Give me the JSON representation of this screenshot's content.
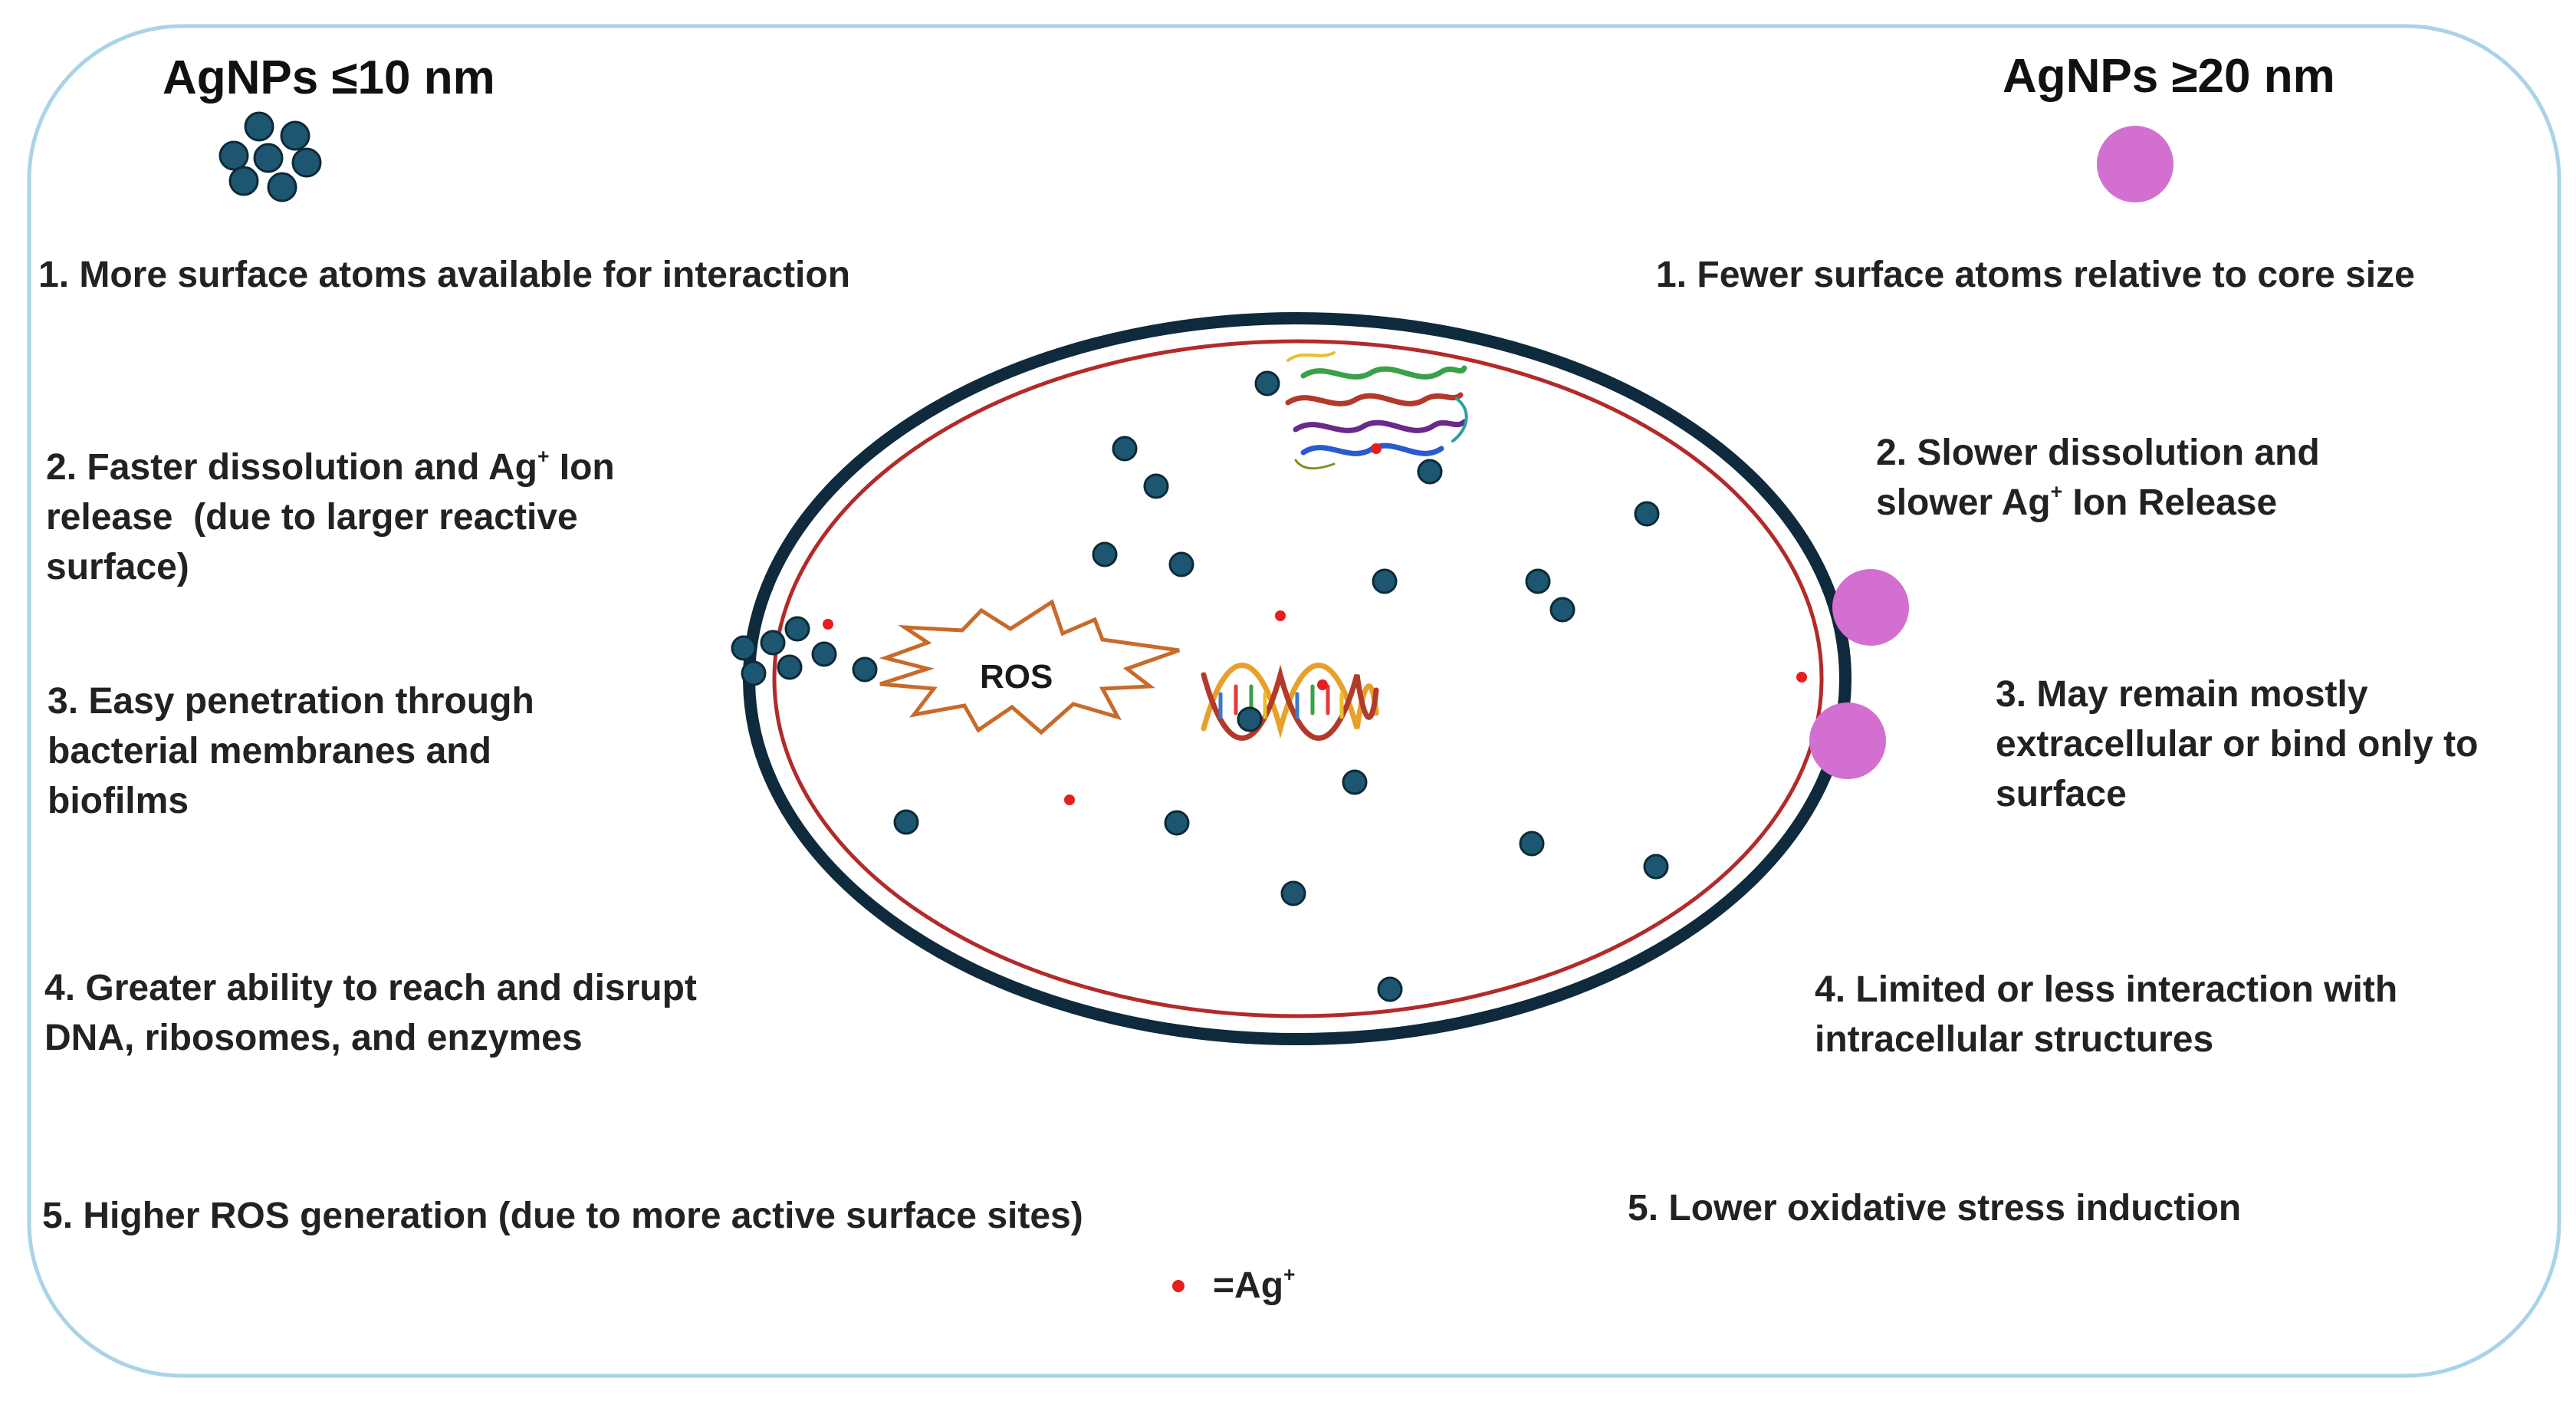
{
  "left": {
    "title": "AgNPs ≤10 nm",
    "items": [
      {
        "lines": [
          "1. More surface atoms available for interaction"
        ]
      },
      {
        "lines": [
          "2. Faster dissolution and Ag",
          "+",
          " Ion",
          "release  (due to larger reactive",
          "surface)"
        ]
      },
      {
        "lines": [
          "3. Easy penetration through",
          "bacterial membranes and",
          "biofilms"
        ]
      },
      {
        "lines": [
          "4. Greater ability to reach and disrupt",
          "DNA, ribosomes, and enzymes"
        ]
      },
      {
        "lines": [
          "5. Higher ROS generation (due to more active surface sites)"
        ]
      }
    ]
  },
  "right": {
    "title": "AgNPs ≥20 nm",
    "items": [
      {
        "lines": [
          "1. Fewer surface atoms relative to core size"
        ]
      },
      {
        "lines": [
          "2. Slower dissolution and",
          "slower Ag",
          "+",
          " Ion Release"
        ]
      },
      {
        "lines": [
          "3. May remain mostly",
          "extracellular or bind only to",
          "surface"
        ]
      },
      {
        "lines": [
          "4. Limited or less interaction with",
          "intracellular structures"
        ]
      },
      {
        "lines": [
          "5. Lower oxidative stress induction"
        ]
      }
    ]
  },
  "center": {
    "ros_label": "ROS"
  },
  "legend": {
    "text": "=Ag",
    "sup": "+"
  },
  "colors": {
    "small_np": "#1d5670",
    "large_np": "#d36fd0",
    "ag_ion": "#e51e1e",
    "cell_wall": "#0e2a3c",
    "inner_membrane": "#b22a2a",
    "ros_burst": "#c86a2a",
    "frame": "#a9d3e8"
  }
}
